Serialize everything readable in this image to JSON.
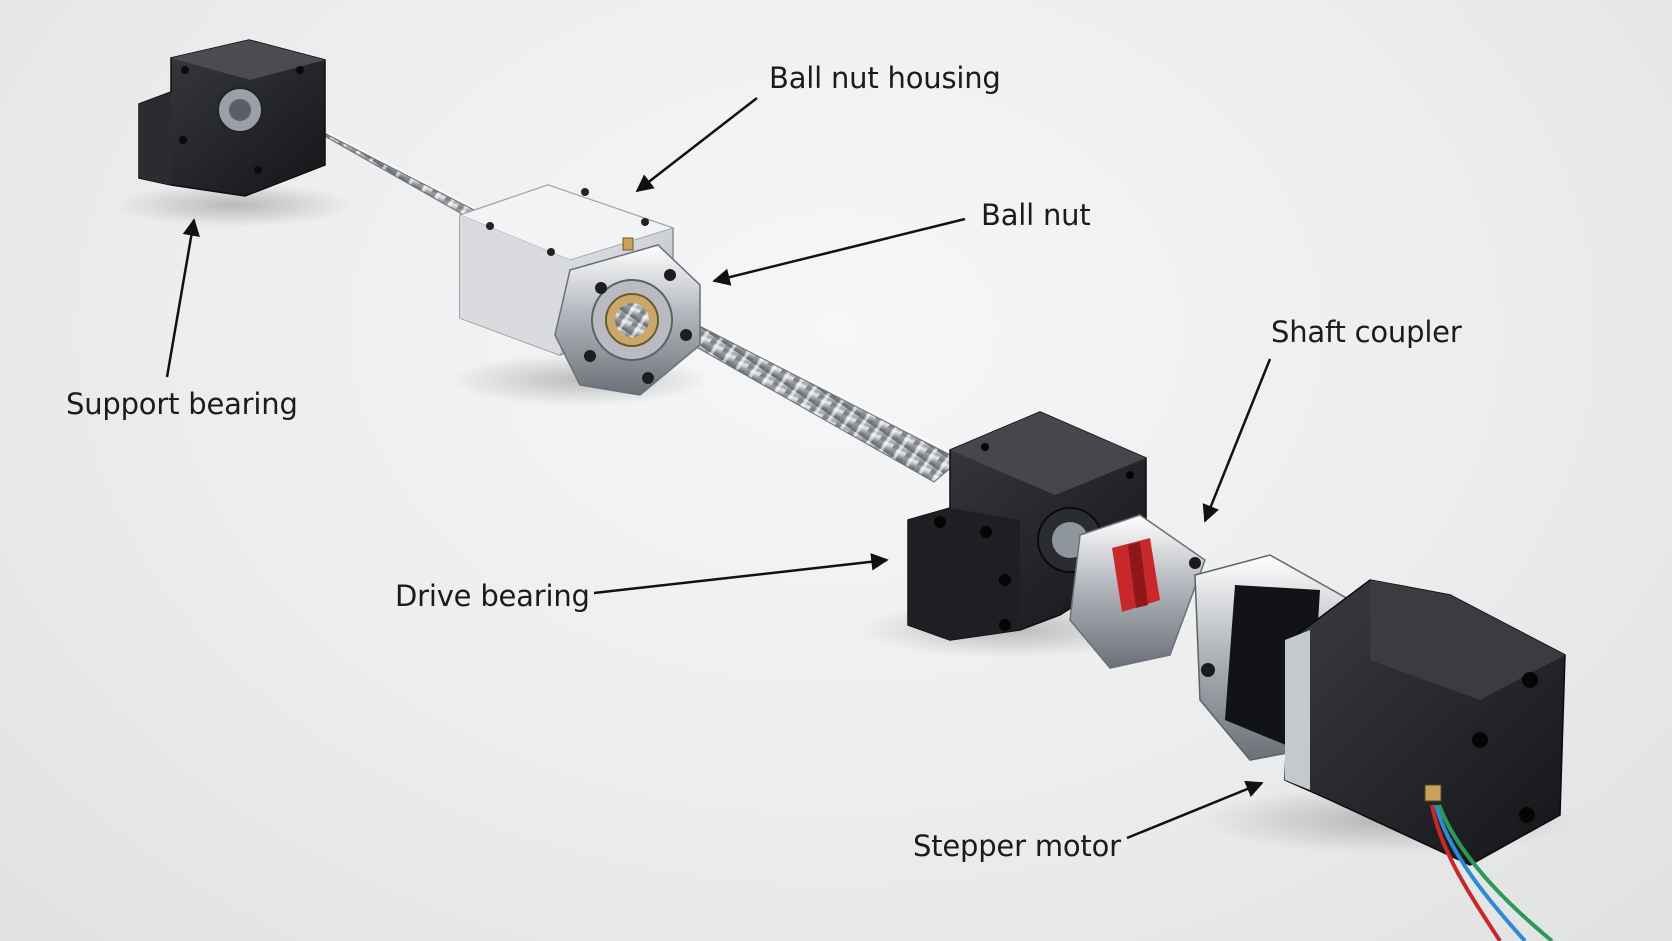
{
  "labels": {
    "ball_nut_housing": "Ball nut housing",
    "ball_nut": "Ball nut",
    "shaft_coupler": "Shaft coupler",
    "support_bearing": "Support bearing",
    "drive_bearing": "Drive bearing",
    "stepper_motor": "Stepper motor"
  },
  "colors": {
    "background": "#eceded",
    "black_anodized": "#1c1d20",
    "aluminum": "#d4d6da",
    "coupler_spider": "#c9282b",
    "label_text": "#1b1b1b"
  }
}
